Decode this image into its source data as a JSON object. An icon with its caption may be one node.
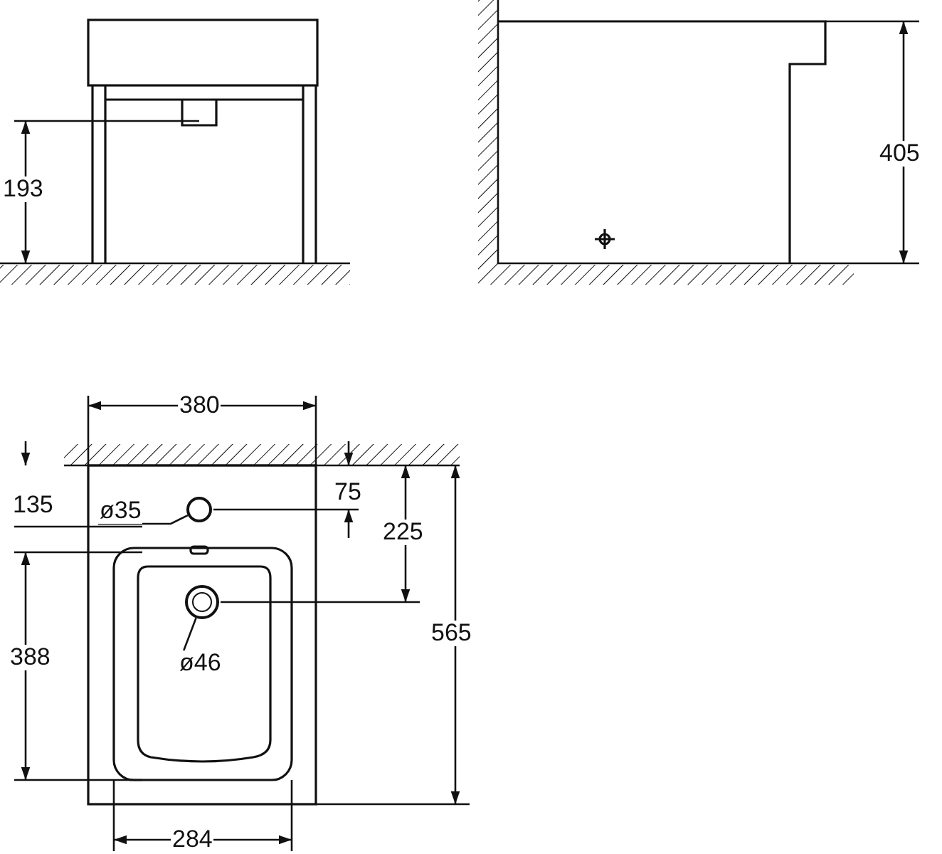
{
  "diagram": {
    "nodes": [
      {
        "text": [
          "ø35"
        ]
      },
      {
        "text": [],
        "shape": "circle"
      },
      {
        "text": [
          "ø46"
        ]
      },
      {
        "text": [],
        "shape": "circle"
      }
    ],
    "edges": [
      {
        "from": 0,
        "to": 1,
        "arrow": "none"
      },
      {
        "from": 2,
        "to": 3,
        "arrow": "none"
      }
    ],
    "labels": [
      "193",
      "405",
      "380",
      "135",
      "75",
      "225",
      "388",
      "565",
      "284"
    ]
  }
}
